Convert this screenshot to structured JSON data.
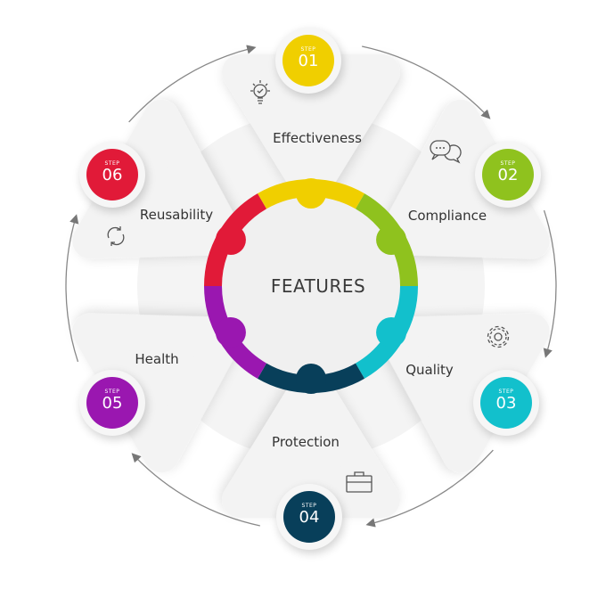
{
  "center_label": "FEATURES",
  "steps": [
    {
      "step": "STEP",
      "number": "01",
      "label": "Effectiveness",
      "color": "#f0cf00",
      "icon": "lightbulb-icon"
    },
    {
      "step": "STEP",
      "number": "02",
      "label": "Compliance",
      "color": "#8fc21e",
      "icon": "chat-bubbles-icon"
    },
    {
      "step": "STEP",
      "number": "03",
      "label": "Quality",
      "color": "#12c0cc",
      "icon": "gear-icon"
    },
    {
      "step": "STEP",
      "number": "04",
      "label": "Protection",
      "color": "#083f5a",
      "icon": "briefcase-icon"
    },
    {
      "step": "STEP",
      "number": "05",
      "label": "Health",
      "color": "#9a17b0",
      "icon": ""
    },
    {
      "step": "STEP",
      "number": "06",
      "label": "Reusability",
      "color": "#e11a38",
      "icon": "refresh-icon"
    }
  ]
}
